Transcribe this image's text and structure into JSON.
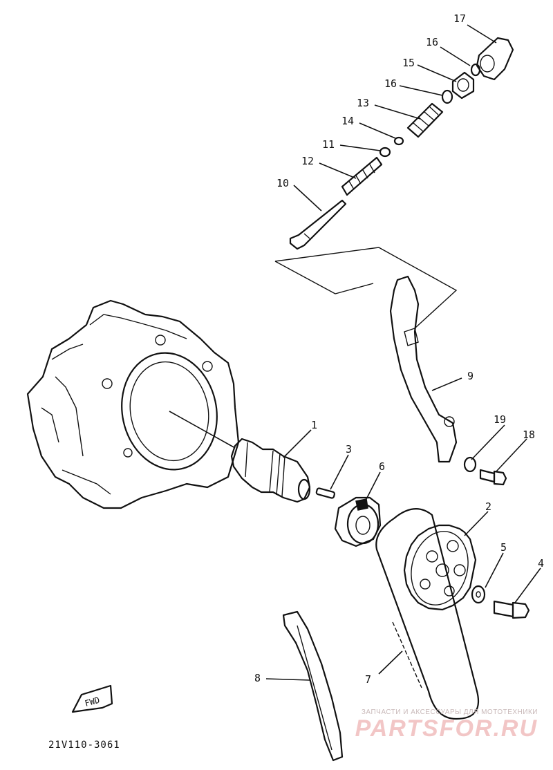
{
  "diagram": {
    "callouts": [
      "17",
      "16",
      "15",
      "16",
      "13",
      "14",
      "11",
      "12",
      "10",
      "9",
      "19",
      "18",
      "1",
      "3",
      "6",
      "2",
      "5",
      "4",
      "7",
      "8"
    ],
    "part_code": "21V110-3061",
    "fwd_label": "FWD"
  },
  "watermark": {
    "tagline": "ЗАПЧАСТИ И АКСЕССУАРЫ ДЛЯ МОТОТЕХНИКИ",
    "brand": "PARTSFOR.RU"
  }
}
